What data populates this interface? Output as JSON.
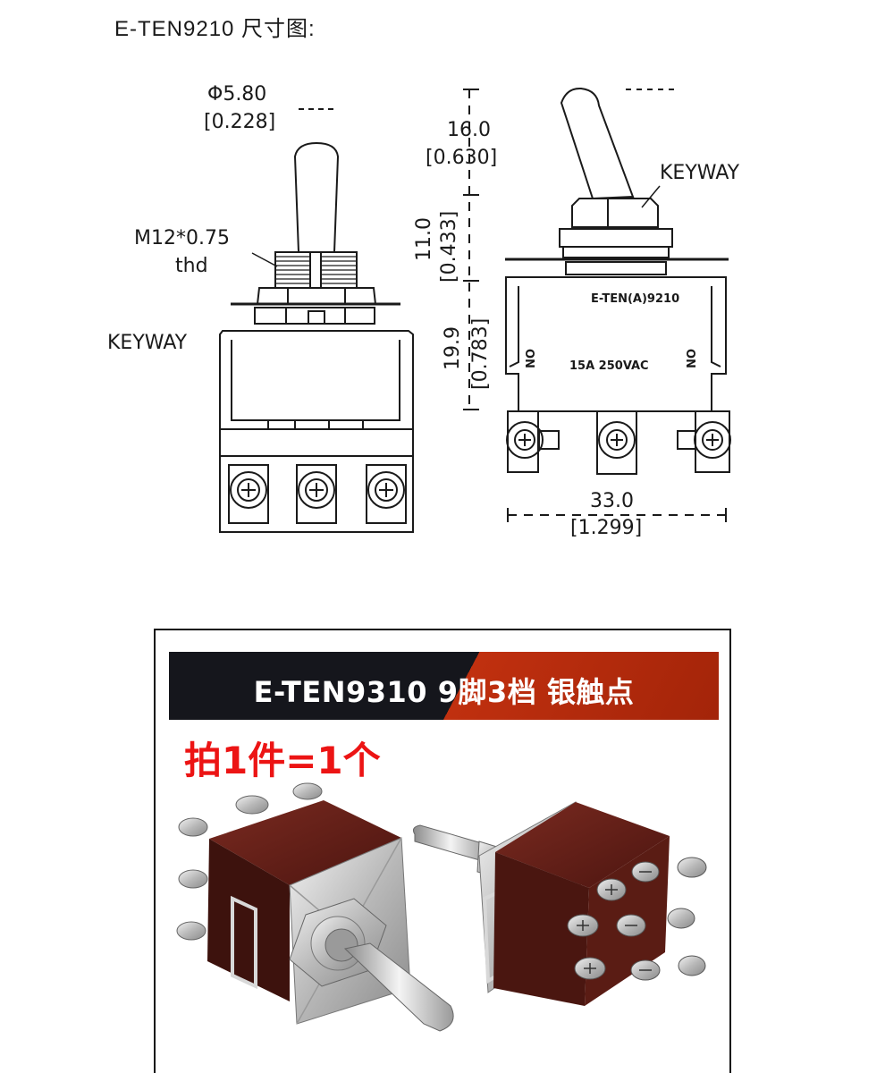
{
  "drawing": {
    "title": "E-TEN9210 尺寸图:",
    "left_view": {
      "diameter_mm": "Φ5.80",
      "diameter_in": "[0.228]",
      "thread_label": "M12*0.75",
      "thread_suffix": "thd",
      "keyway": "KEYWAY"
    },
    "right_view": {
      "lever_height_mm": "16.0",
      "lever_height_in": "[0.630]",
      "bushing_mm": "11.0",
      "bushing_in": "[0.433]",
      "body_height_mm": "19.9",
      "body_height_in": "[0.783]",
      "body_width_mm": "33.0",
      "body_width_in": "[1.299]",
      "keyway": "KEYWAY",
      "model_marking": "E-TEN(A)9210",
      "rating": "15A  250VAC",
      "on_left": "ON",
      "on_right": "ON"
    }
  },
  "product_panel": {
    "banner_text": "E-TEN9310 9脚3档 银触点",
    "quantity_note": "拍1件=1个",
    "colors": {
      "banner_dark": "#15161c",
      "banner_red": "#c0300f",
      "quantity_red": "#ec1414",
      "body_brown": "#6b1e17",
      "metal": "#c9c9c9"
    }
  }
}
